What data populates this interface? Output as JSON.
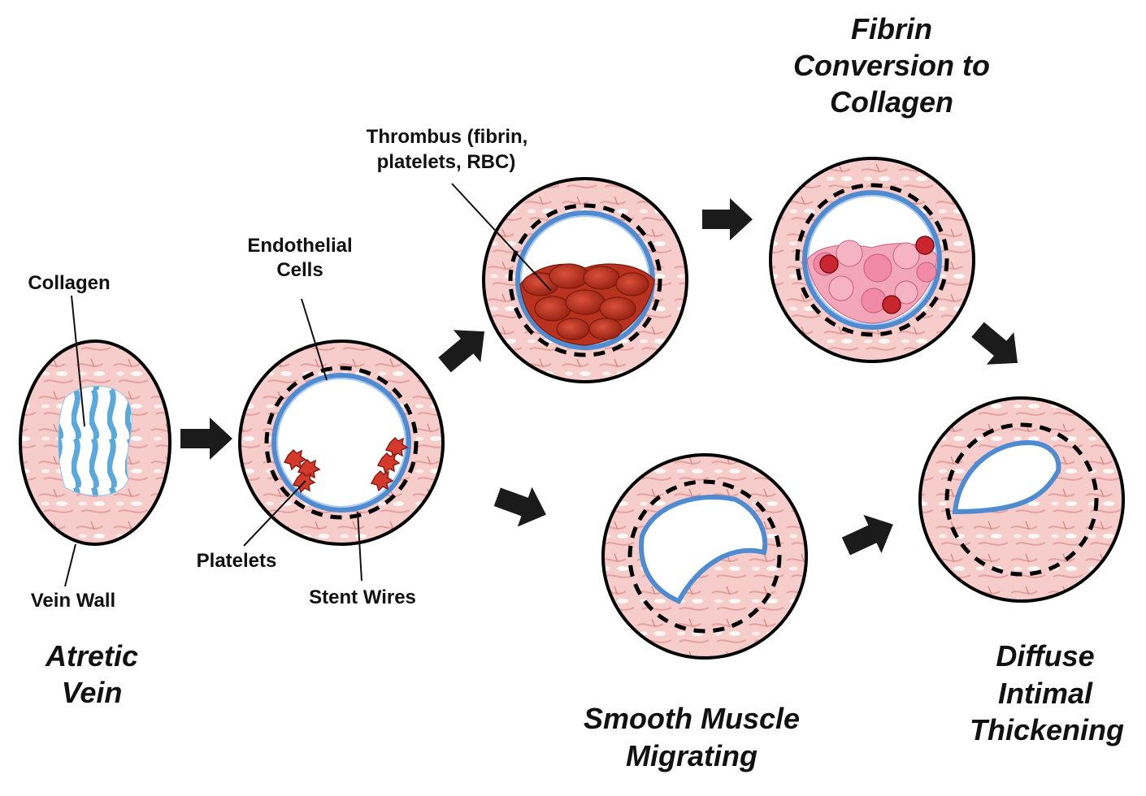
{
  "labels": {
    "collagen": "Collagen",
    "vein_wall": "Vein Wall",
    "endothelial_cells_1": "Endothelial",
    "endothelial_cells_2": "Cells",
    "platelets": "Platelets",
    "stent_wires": "Stent Wires",
    "thrombus_1": "Thrombus (fibrin,",
    "thrombus_2": "platelets, RBC)"
  },
  "stages": {
    "atretic_vein_1": "Atretic",
    "atretic_vein_2": "Vein",
    "fibrin_1": "Fibrin",
    "fibrin_2": "Conversion to",
    "fibrin_3": "Collagen",
    "smooth_muscle_1": "Smooth Muscle",
    "smooth_muscle_2": "Migrating",
    "diffuse_1": "Diffuse",
    "diffuse_2": "Intimal",
    "diffuse_3": "Thickening"
  },
  "colors": {
    "wall": "#f4c6c3",
    "wall_fiber": "#e59b98",
    "intima": "#4f8bd0",
    "collagen_blue": "#5aa9dc",
    "thrombus": "#b8321e",
    "platelet": "#d33a2c",
    "fibrin_pink": "#f08aa6"
  }
}
